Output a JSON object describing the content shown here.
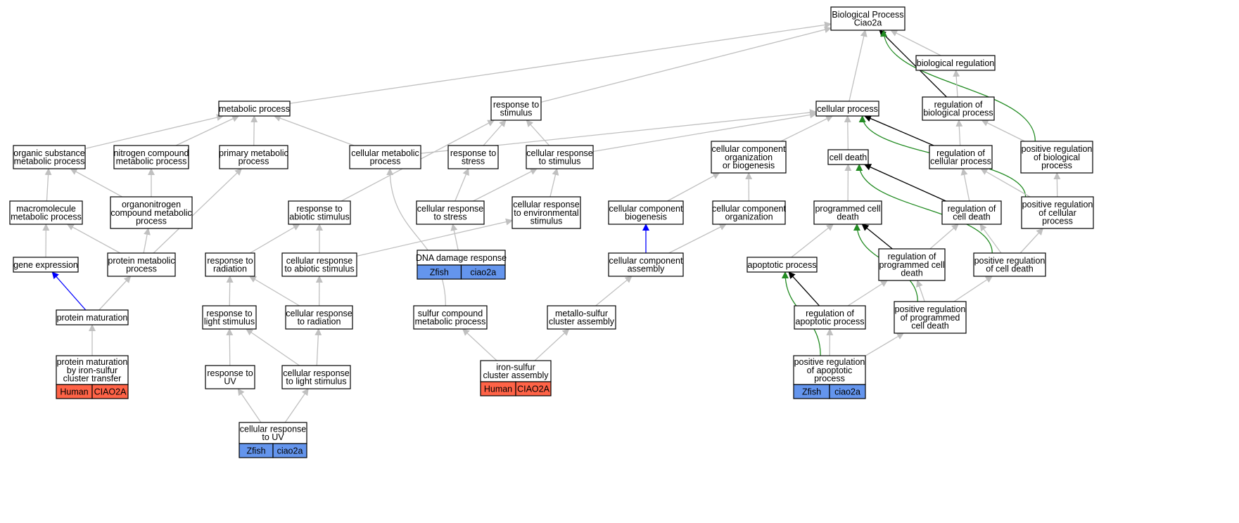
{
  "colors": {
    "gray": "#c0c0c0",
    "black": "#000000",
    "blue": "#0000ff",
    "green": "#228b22",
    "human": "#ff6347",
    "zfish": "#6495ed"
  },
  "nodes": [
    {
      "id": "bp",
      "lines": [
        "Biological Process",
        "Ciao2a"
      ]
    },
    {
      "id": "bioreg",
      "lines": [
        "biological regulation"
      ]
    },
    {
      "id": "metab",
      "lines": [
        "metabolic process"
      ]
    },
    {
      "id": "respstim",
      "lines": [
        "response to",
        "stimulus"
      ]
    },
    {
      "id": "cellproc",
      "lines": [
        "cellular process"
      ]
    },
    {
      "id": "regbio",
      "lines": [
        "regulation of",
        "biological process"
      ]
    },
    {
      "id": "orgsub",
      "lines": [
        "organic substance",
        "metabolic process"
      ]
    },
    {
      "id": "nitro",
      "lines": [
        "nitrogen compound",
        "metabolic process"
      ]
    },
    {
      "id": "primmet",
      "lines": [
        "primary metabolic",
        "process"
      ]
    },
    {
      "id": "cellmet",
      "lines": [
        "cellular metabolic",
        "process"
      ]
    },
    {
      "id": "respstress",
      "lines": [
        "response to",
        "stress"
      ]
    },
    {
      "id": "cellrespstim",
      "lines": [
        "cellular response",
        "to stimulus"
      ]
    },
    {
      "id": "ccob",
      "lines": [
        "cellular component",
        "organization",
        "or biogenesis"
      ]
    },
    {
      "id": "celldeath",
      "lines": [
        "cell death"
      ]
    },
    {
      "id": "regcell",
      "lines": [
        "regulation of",
        "cellular process"
      ]
    },
    {
      "id": "posregbio",
      "lines": [
        "positive regulation",
        "of biological",
        "process"
      ]
    },
    {
      "id": "macro",
      "lines": [
        "macromolecule",
        "metabolic process"
      ]
    },
    {
      "id": "organonitro",
      "lines": [
        "organonitrogen",
        "compound metabolic",
        "process"
      ]
    },
    {
      "id": "respabio",
      "lines": [
        "response to",
        "abiotic stimulus"
      ]
    },
    {
      "id": "cellrespstress",
      "lines": [
        "cellular response",
        "to stress"
      ]
    },
    {
      "id": "cellrespenv",
      "lines": [
        "cellular response",
        "to environmental",
        "stimulus"
      ]
    },
    {
      "id": "ccbiog",
      "lines": [
        "cellular component",
        "biogenesis"
      ]
    },
    {
      "id": "ccorg",
      "lines": [
        "cellular component",
        "organization"
      ]
    },
    {
      "id": "pcd",
      "lines": [
        "programmed cell",
        "death"
      ]
    },
    {
      "id": "regcd",
      "lines": [
        "regulation of",
        "cell death"
      ]
    },
    {
      "id": "posregcell",
      "lines": [
        "positive regulation",
        "of cellular",
        "process"
      ]
    },
    {
      "id": "geneexp",
      "lines": [
        "gene expression"
      ]
    },
    {
      "id": "protmet",
      "lines": [
        "protein metabolic",
        "process"
      ]
    },
    {
      "id": "resprad",
      "lines": [
        "response to",
        "radiation"
      ]
    },
    {
      "id": "cellrespabio",
      "lines": [
        "cellular response",
        "to abiotic stimulus"
      ]
    },
    {
      "id": "dnadam",
      "lines": [
        "DNA damage response"
      ],
      "badge": [
        "Zfish",
        "ciao2a"
      ],
      "species": "zfish"
    },
    {
      "id": "ccassem",
      "lines": [
        "cellular component",
        "assembly"
      ]
    },
    {
      "id": "apop",
      "lines": [
        "apoptotic process"
      ]
    },
    {
      "id": "regpcd",
      "lines": [
        "regulation of",
        "programmed cell",
        "death"
      ]
    },
    {
      "id": "posregcd",
      "lines": [
        "positive regulation",
        "of cell death"
      ]
    },
    {
      "id": "protmat",
      "lines": [
        "protein maturation"
      ]
    },
    {
      "id": "resplight",
      "lines": [
        "response to",
        "light stimulus"
      ]
    },
    {
      "id": "cellresprad",
      "lines": [
        "cellular response",
        "to radiation"
      ]
    },
    {
      "id": "sulfur",
      "lines": [
        "sulfur compound",
        "metabolic process"
      ]
    },
    {
      "id": "metallo",
      "lines": [
        "metallo-sulfur",
        "cluster assembly"
      ]
    },
    {
      "id": "regapop",
      "lines": [
        "regulation of",
        "apoptotic process"
      ]
    },
    {
      "id": "posregpcd",
      "lines": [
        "positive regulation",
        "of programmed",
        "cell death"
      ]
    },
    {
      "id": "protmatfes",
      "lines": [
        "protein maturation",
        "by iron-sulfur",
        "cluster transfer"
      ],
      "badge": [
        "Human",
        "CIAO2A"
      ],
      "species": "human"
    },
    {
      "id": "ironsulfur",
      "lines": [
        "iron-sulfur",
        "cluster assembly"
      ],
      "badge": [
        "Human",
        "CIAO2A"
      ],
      "species": "human"
    },
    {
      "id": "posregapop",
      "lines": [
        "positive regulation",
        "of apoptotic",
        "process"
      ],
      "badge": [
        "Zfish",
        "ciao2a"
      ],
      "species": "zfish"
    },
    {
      "id": "respuv",
      "lines": [
        "response to",
        "UV"
      ]
    },
    {
      "id": "cellresplight",
      "lines": [
        "cellular response",
        "to light stimulus"
      ]
    },
    {
      "id": "cellrespuv",
      "lines": [
        "cellular response",
        "to UV"
      ],
      "badge": [
        "Zfish",
        "ciao2a"
      ],
      "species": "zfish"
    }
  ],
  "edges": [
    {
      "from": "metab",
      "to": "bp",
      "color": "gray"
    },
    {
      "from": "respstim",
      "to": "bp",
      "color": "gray"
    },
    {
      "from": "cellproc",
      "to": "bp",
      "color": "gray"
    },
    {
      "from": "bioreg",
      "to": "bp",
      "color": "gray"
    },
    {
      "from": "regbio",
      "to": "bp",
      "color": "black"
    },
    {
      "from": "posregbio",
      "to": "bp",
      "color": "green"
    },
    {
      "from": "regbio",
      "to": "bioreg",
      "color": "gray"
    },
    {
      "from": "orgsub",
      "to": "metab",
      "color": "gray"
    },
    {
      "from": "nitro",
      "to": "metab",
      "color": "gray"
    },
    {
      "from": "primmet",
      "to": "metab",
      "color": "gray"
    },
    {
      "from": "cellmet",
      "to": "metab",
      "color": "gray"
    },
    {
      "from": "cellmet",
      "to": "cellproc",
      "color": "gray"
    },
    {
      "from": "respstress",
      "to": "respstim",
      "color": "gray"
    },
    {
      "from": "cellrespstim",
      "to": "respstim",
      "color": "gray"
    },
    {
      "from": "cellrespstim",
      "to": "cellproc",
      "color": "gray"
    },
    {
      "from": "respabio",
      "to": "respstim",
      "color": "gray"
    },
    {
      "from": "ccob",
      "to": "cellproc",
      "color": "gray"
    },
    {
      "from": "celldeath",
      "to": "cellproc",
      "color": "gray"
    },
    {
      "from": "regcell",
      "to": "cellproc",
      "color": "black"
    },
    {
      "from": "posregcell",
      "to": "cellproc",
      "color": "green"
    },
    {
      "from": "regcell",
      "to": "regbio",
      "color": "gray"
    },
    {
      "from": "posregbio",
      "to": "regbio",
      "color": "gray"
    },
    {
      "from": "posregcell",
      "to": "regcell",
      "color": "gray"
    },
    {
      "from": "posregcell",
      "to": "posregbio",
      "color": "gray"
    },
    {
      "from": "macro",
      "to": "orgsub",
      "color": "gray"
    },
    {
      "from": "organonitro",
      "to": "orgsub",
      "color": "gray"
    },
    {
      "from": "organonitro",
      "to": "nitro",
      "color": "gray"
    },
    {
      "from": "protmet",
      "to": "primmet",
      "color": "gray"
    },
    {
      "from": "geneexp",
      "to": "macro",
      "color": "gray"
    },
    {
      "from": "protmet",
      "to": "macro",
      "color": "gray"
    },
    {
      "from": "protmet",
      "to": "organonitro",
      "color": "gray"
    },
    {
      "from": "protmat",
      "to": "geneexp",
      "color": "blue"
    },
    {
      "from": "protmat",
      "to": "protmet",
      "color": "gray"
    },
    {
      "from": "protmatfes",
      "to": "protmat",
      "color": "gray"
    },
    {
      "from": "cellrespstress",
      "to": "respstress",
      "color": "gray"
    },
    {
      "from": "cellrespstress",
      "to": "cellrespstim",
      "color": "gray"
    },
    {
      "from": "cellrespenv",
      "to": "cellrespstim",
      "color": "gray"
    },
    {
      "from": "dnadam",
      "to": "cellrespstress",
      "color": "gray"
    },
    {
      "from": "resprad",
      "to": "respabio",
      "color": "gray"
    },
    {
      "from": "cellrespabio",
      "to": "respabio",
      "color": "gray"
    },
    {
      "from": "cellrespabio",
      "to": "cellrespenv",
      "color": "gray"
    },
    {
      "from": "resplight",
      "to": "resprad",
      "color": "gray"
    },
    {
      "from": "cellresprad",
      "to": "resprad",
      "color": "gray"
    },
    {
      "from": "cellresprad",
      "to": "cellrespabio",
      "color": "gray"
    },
    {
      "from": "respuv",
      "to": "resplight",
      "color": "gray"
    },
    {
      "from": "cellresplight",
      "to": "resplight",
      "color": "gray"
    },
    {
      "from": "cellresplight",
      "to": "cellresprad",
      "color": "gray"
    },
    {
      "from": "cellrespuv",
      "to": "respuv",
      "color": "gray"
    },
    {
      "from": "cellrespuv",
      "to": "cellresplight",
      "color": "gray"
    },
    {
      "from": "sulfur",
      "to": "cellmet",
      "color": "gray"
    },
    {
      "from": "ironsulfur",
      "to": "sulfur",
      "color": "gray"
    },
    {
      "from": "ironsulfur",
      "to": "metallo",
      "color": "gray"
    },
    {
      "from": "ccbiog",
      "to": "ccob",
      "color": "gray"
    },
    {
      "from": "ccorg",
      "to": "ccob",
      "color": "gray"
    },
    {
      "from": "ccassem",
      "to": "ccbiog",
      "color": "blue"
    },
    {
      "from": "ccassem",
      "to": "ccorg",
      "color": "gray"
    },
    {
      "from": "metallo",
      "to": "ccassem",
      "color": "gray"
    },
    {
      "from": "pcd",
      "to": "celldeath",
      "color": "gray"
    },
    {
      "from": "regcd",
      "to": "celldeath",
      "color": "black"
    },
    {
      "from": "regcd",
      "to": "regcell",
      "color": "gray"
    },
    {
      "from": "posregcd",
      "to": "regcd",
      "color": "gray"
    },
    {
      "from": "posregcd",
      "to": "celldeath",
      "color": "green"
    },
    {
      "from": "posregcd",
      "to": "posregcell",
      "color": "gray"
    },
    {
      "from": "apop",
      "to": "pcd",
      "color": "gray"
    },
    {
      "from": "regpcd",
      "to": "pcd",
      "color": "black"
    },
    {
      "from": "regpcd",
      "to": "regcd",
      "color": "gray"
    },
    {
      "from": "posregpcd",
      "to": "pcd",
      "color": "green"
    },
    {
      "from": "posregpcd",
      "to": "regpcd",
      "color": "gray"
    },
    {
      "from": "posregpcd",
      "to": "posregcd",
      "color": "gray"
    },
    {
      "from": "regapop",
      "to": "apop",
      "color": "black"
    },
    {
      "from": "regapop",
      "to": "regpcd",
      "color": "gray"
    },
    {
      "from": "posregapop",
      "to": "regapop",
      "color": "gray"
    },
    {
      "from": "posregapop",
      "to": "apop",
      "color": "green"
    },
    {
      "from": "posregapop",
      "to": "posregpcd",
      "color": "gray"
    }
  ]
}
